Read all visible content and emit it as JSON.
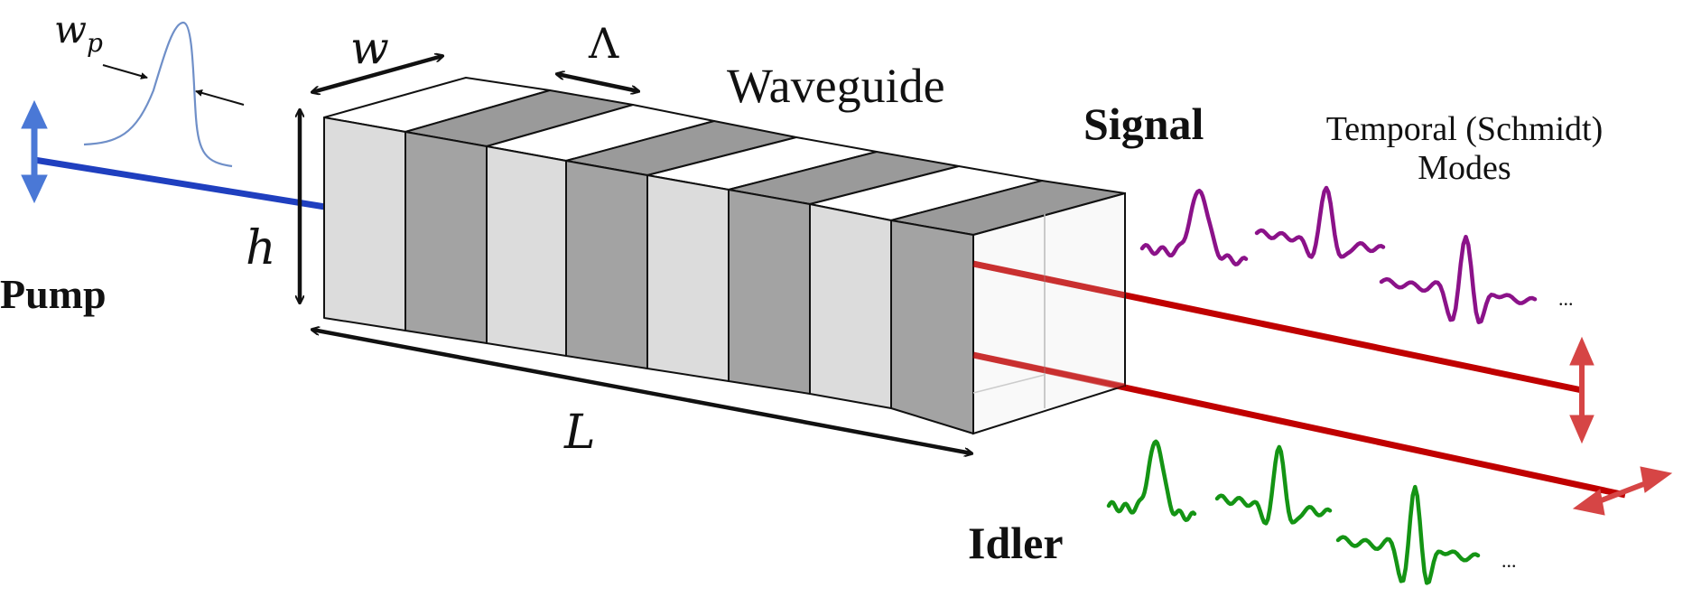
{
  "labels": {
    "pump_width": "w",
    "pump_width_sub": "p",
    "width": "w",
    "period": "Λ",
    "waveguide": "Waveguide",
    "height": "h",
    "length": "L",
    "pump": "Pump",
    "signal": "Signal",
    "idler": "Idler",
    "modes_line1": "Temporal (Schmidt)",
    "modes_line2": "Modes",
    "signal_ellipsis": "...",
    "idler_ellipsis": "..."
  },
  "colors": {
    "pump_beam": "#1f3fbf",
    "pump_arrow": "#4a78d6",
    "pump_pulse": "#6f8fc8",
    "output_beam": "#c00000",
    "output_arrow": "#d64545",
    "signal_modes": "#8b1289",
    "idler_modes": "#149414",
    "segment_light": "#dcdcdc",
    "segment_dark": "#a3a3a3",
    "outline": "#111111"
  }
}
